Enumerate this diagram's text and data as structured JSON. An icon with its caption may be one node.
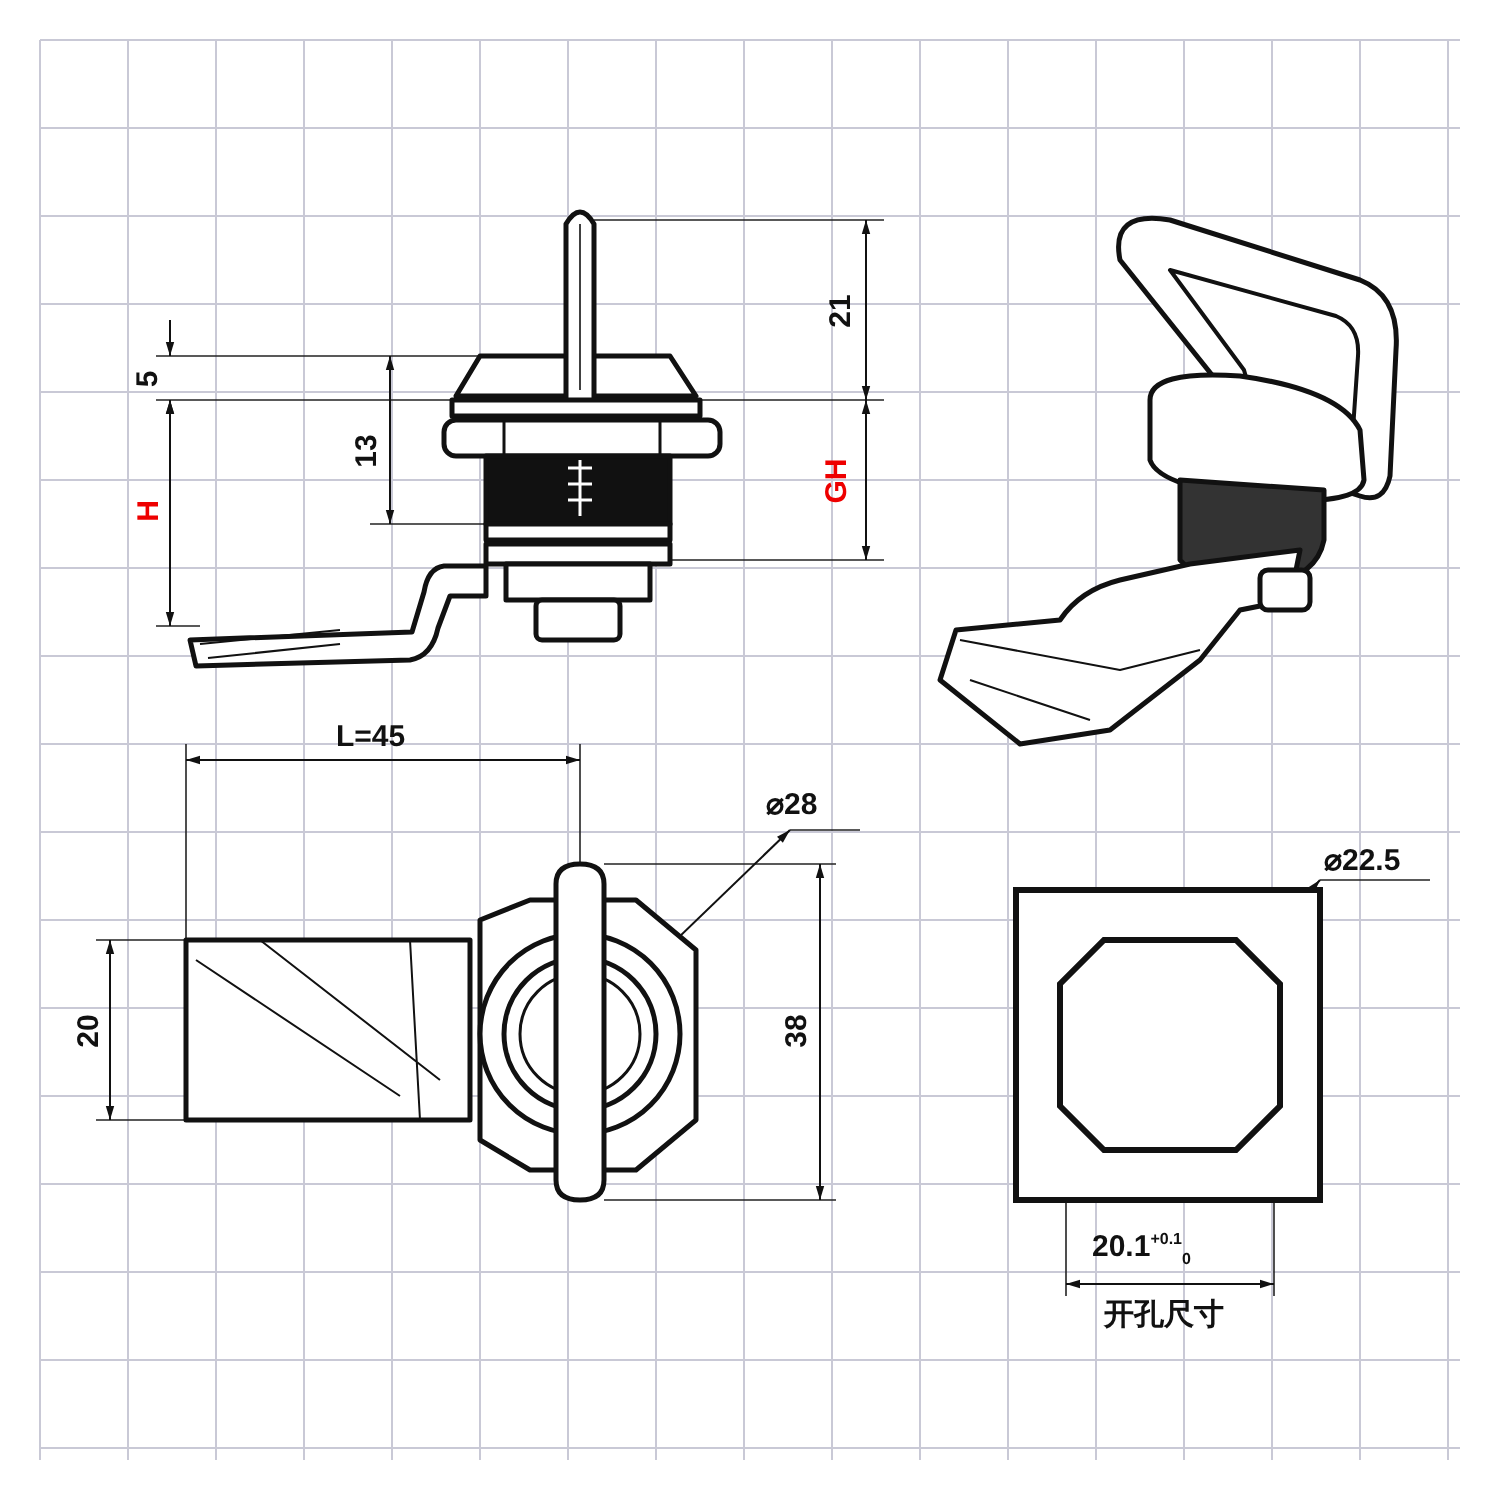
{
  "diagram": {
    "labels": [
      "21",
      "5",
      "13",
      "H",
      "GH",
      "L=45",
      "⌀28",
      "⌀22.5",
      "20",
      "38",
      "20.1$^{+0.1}$$_{0}$",
      "开孔尺寸"
    ]
  }
}
